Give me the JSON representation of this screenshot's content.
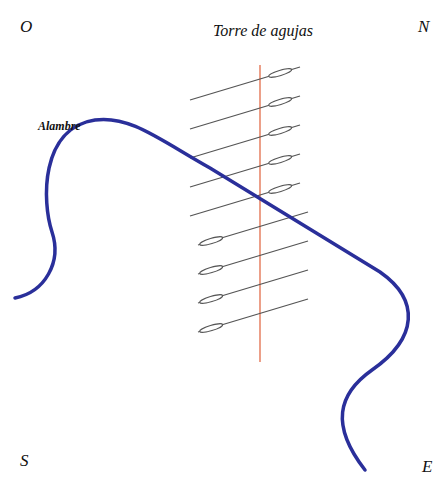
{
  "diagram": {
    "labels": [
      "O",
      "Torre de agujas",
      "N",
      "Alambre",
      "S",
      "E"
    ]
  }
}
